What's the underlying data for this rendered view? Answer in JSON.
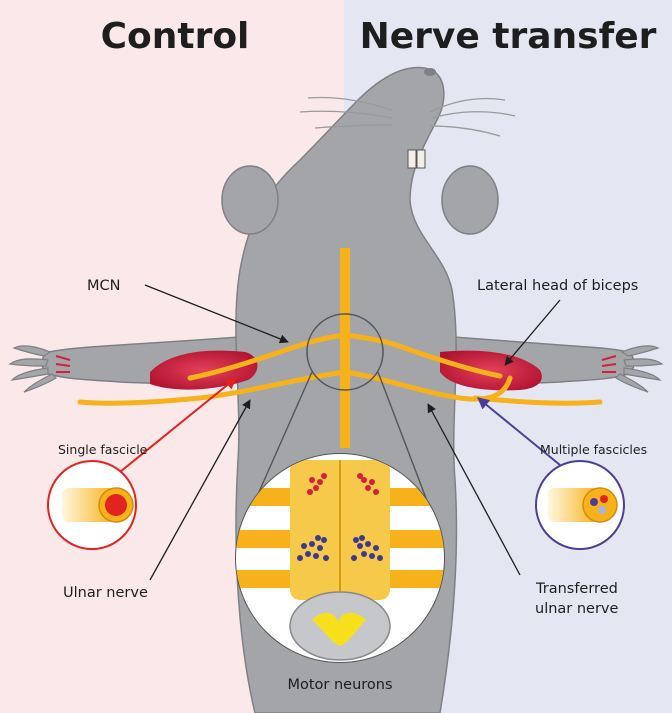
{
  "panels": {
    "left_title": "Control",
    "right_title": "Nerve transfer"
  },
  "labels": {
    "mcn": "MCN",
    "biceps": "Lateral head of biceps",
    "single_fascicle": "Single fascicle",
    "multiple_fascicles": "Multiple fascicles",
    "ulnar_nerve": "Ulnar nerve",
    "transferred_line1": "Transferred",
    "transferred_line2": "ulnar nerve",
    "motor_neurons": "Motor neurons"
  },
  "colors": {
    "control_bg": "#fbe9ea",
    "transfer_bg": "#e4e7f2",
    "mouse": "#a4a5a9",
    "nerve": "#f7b21b",
    "muscle": "#c81e3c",
    "single_arrow": "#e2231f",
    "multiple_arrow": "#4d3d9a",
    "neuron_red": "#d6203a",
    "neuron_blue": "#3c3a8e"
  }
}
